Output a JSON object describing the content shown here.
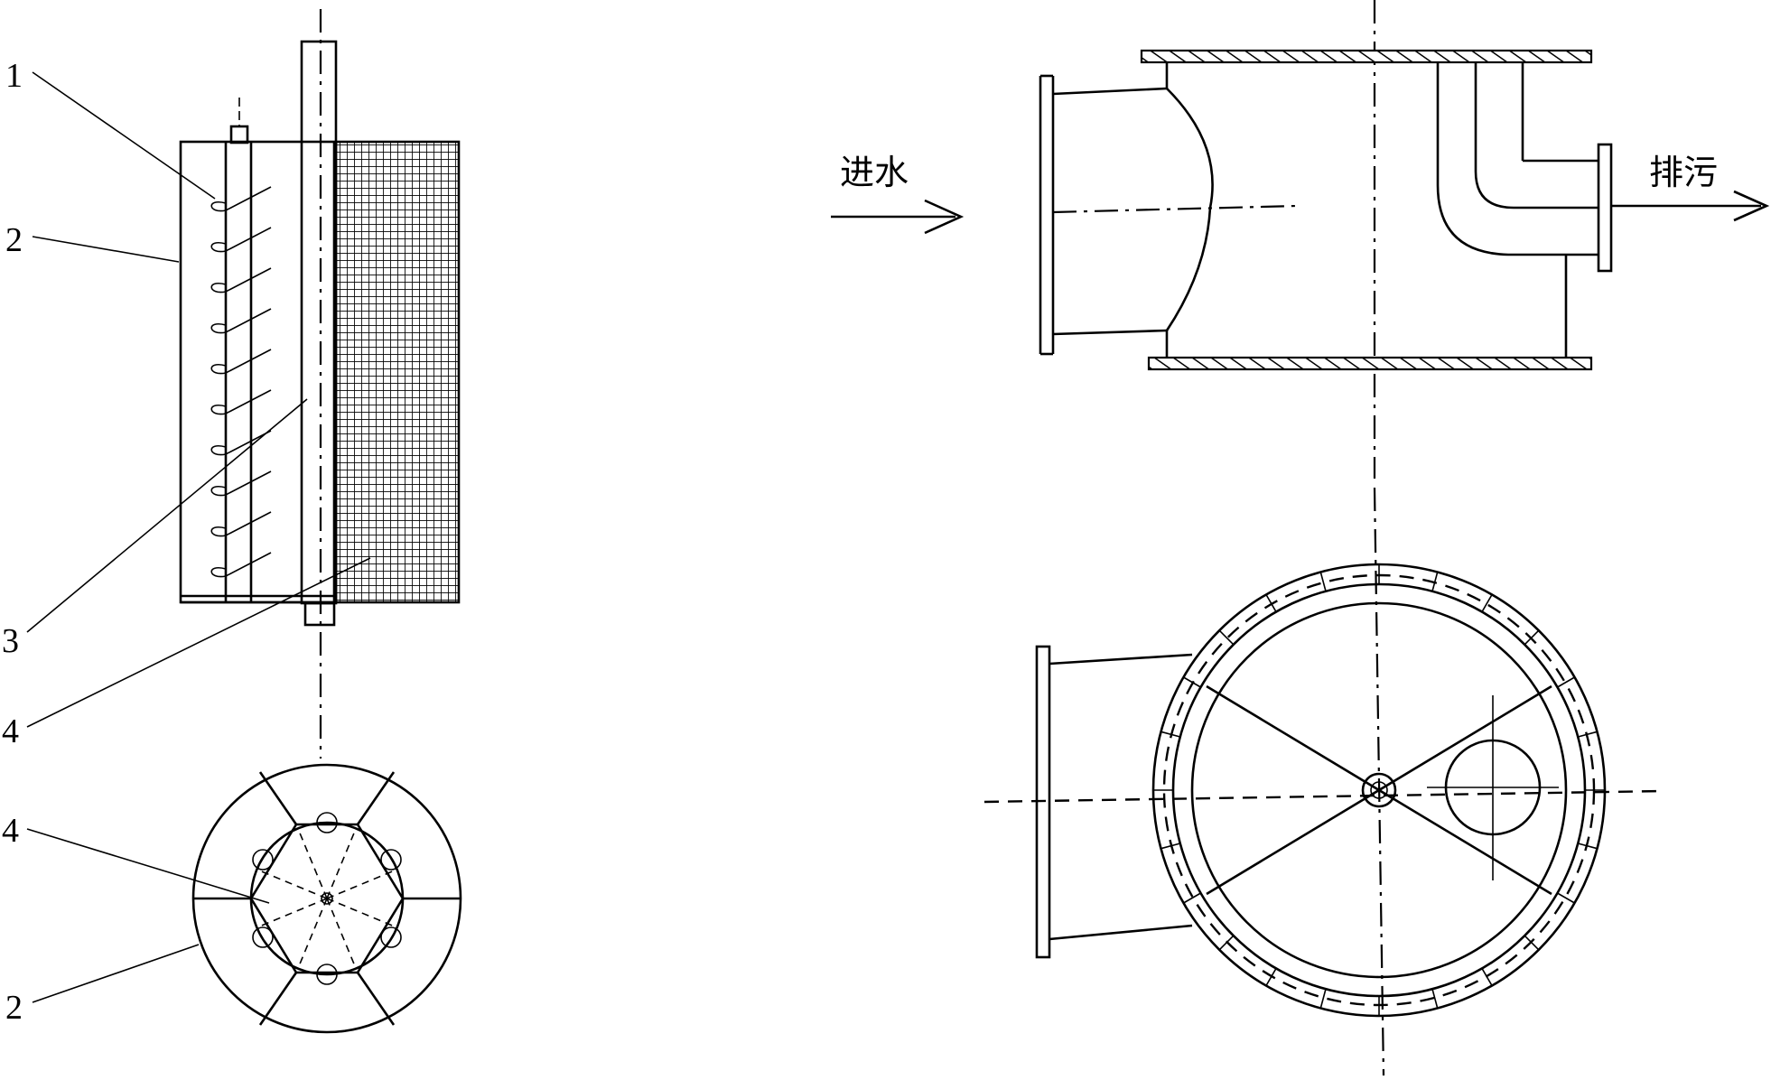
{
  "callouts": {
    "c1": "1",
    "c2_top": "2",
    "c3": "3",
    "c4_top": "4",
    "c4_bottom": "4",
    "c2_bottom": "2"
  },
  "flow_labels": {
    "inlet": "进水",
    "outlet": "排污"
  },
  "colors": {
    "line": "#000000",
    "background": "#ffffff"
  }
}
